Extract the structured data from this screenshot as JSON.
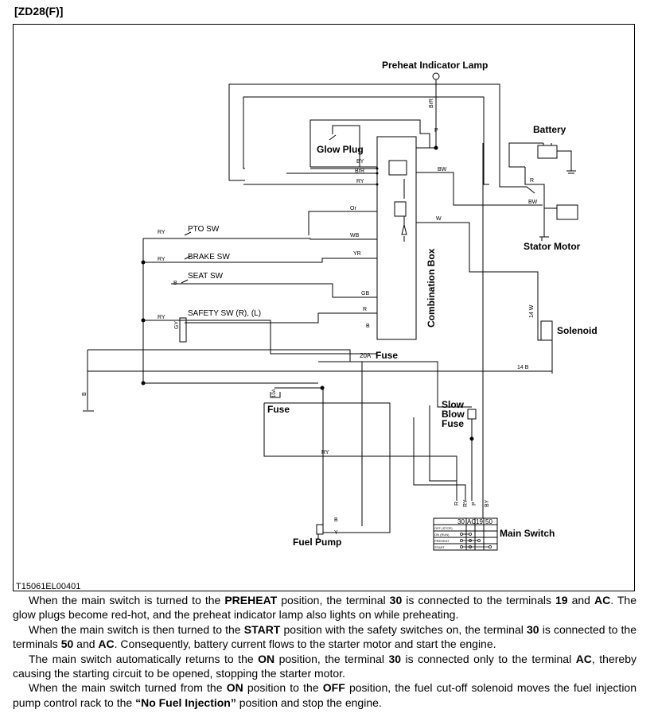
{
  "header": {
    "model": "[ZD28(F)]"
  },
  "diagram": {
    "labels": {
      "preheat_lamp": "Preheat Indicator Lamp",
      "glow_plug": "Glow Plug",
      "battery": "Battery",
      "stator_motor": "Stator Motor",
      "solenoid": "Solenoid",
      "combination_box": "Combination Box",
      "fuse_20a_value": "20A",
      "fuse_20a": "Fuse",
      "fuse_10a_value": "10A",
      "fuse": "Fuse",
      "slow_blow_1": "Slow",
      "slow_blow_2": "Blow",
      "slow_blow_3": "Fuse",
      "fuel_pump": "Fuel Pump",
      "main_switch": "Main Switch",
      "pto_sw": "PTO SW",
      "brake_sw": "BRAKE SW",
      "seat_sw": "SEAT SW",
      "safety_sw": "SAFETY SW (R), (L)",
      "figure_id": "T15061EL00401"
    },
    "wires": {
      "BrR_vert": "BrR",
      "P": "P",
      "BY": "BY",
      "BrR": "BrR",
      "RY": "RY",
      "Or": "Or",
      "WB": "WB",
      "YR": "YR",
      "GB": "GB",
      "R": "R",
      "B": "B",
      "BW": "BW",
      "W": "W",
      "R_batt": "R",
      "BW_motor": "BW",
      "W14": "14 W",
      "B14": "14 B",
      "B_ground": "B",
      "RY_pto": "RY",
      "RY_brake": "RY",
      "B_seat": "B",
      "RY_safety": "RY",
      "GY": "GY",
      "RY_fuse": "RY",
      "B_pump": "B",
      "Y_pump": "Y",
      "ms_R": "R",
      "ms_RY": "RY",
      "ms_P": "P",
      "ms_BY": "BY"
    },
    "main_switch_table": {
      "columns": [
        "30",
        "AC",
        "19",
        "50"
      ],
      "rows": [
        "OFF (STOP)",
        "ON (RUN)",
        "PREHEAT",
        "START"
      ]
    }
  },
  "description": {
    "p1": {
      "a": "When the main switch is turned to the ",
      "b": "PREHEAT",
      "c": " position, the terminal ",
      "d": "30",
      "e": " is connected to the terminals ",
      "f": "19",
      "g": " and ",
      "h": "AC",
      "i": ".  The glow plugs become red-hot, and the preheat indicator lamp also lights on while preheating."
    },
    "p2": {
      "a": "When the main switch is then turned to the ",
      "b": "START",
      "c": " position with the safety switches on, the terminal ",
      "d": "30",
      "e": " is connected to the terminals ",
      "f": "50",
      "g": " and ",
      "h": "AC",
      "i": ".  Consequently, battery current flows to the starter motor and start the engine."
    },
    "p3": {
      "a": "The main switch automatically returns to the ",
      "b": "ON",
      "c": " position, the terminal ",
      "d": "30",
      "e": " is connected only to the terminal ",
      "f": "AC",
      "g": ", thereby causing the starting circuit to be opened, stopping the starter motor."
    },
    "p4": {
      "a": "When the main switch turned from the ",
      "b": "ON",
      "c": " position to the ",
      "d": "OFF",
      "e": " position, the fuel cut-off solenoid moves the fuel injection pump control rack to the ",
      "f": "“No Fuel Injection”",
      "g": " position and stop the engine."
    }
  }
}
